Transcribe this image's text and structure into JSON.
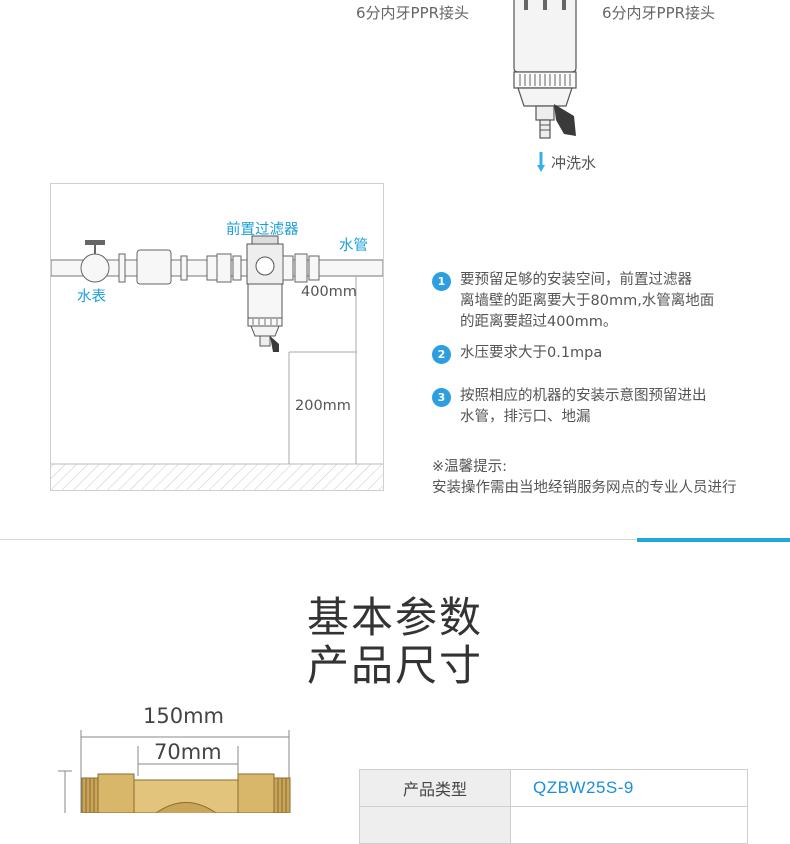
{
  "top": {
    "left_label": "6分内牙PPR接头",
    "right_label": "6分内牙PPR接头",
    "flush_label": "冲洗水"
  },
  "diagram": {
    "filter_label": "前置过滤器",
    "pipe_label": "水管",
    "meter_label": "水表",
    "dim_wall": "400mm",
    "dim_floor": "200mm"
  },
  "notes": [
    {
      "num": "1",
      "lines": [
        "要预留足够的安装空间，前置过滤器",
        "离墙壁的距离要大于80mm,水管离地面",
        "的距离要超过400mm。"
      ]
    },
    {
      "num": "2",
      "lines": [
        "水压要求大于0.1mpa"
      ]
    },
    {
      "num": "3",
      "lines": [
        "按照相应的机器的安装示意图预留进出",
        "水管，排污口、地漏"
      ]
    }
  ],
  "tip": {
    "title": "※温馨提示:",
    "text": "安装操作需由当地经销服务网点的专业人员进行"
  },
  "section": {
    "title_line1": "基本参数",
    "title_line2": "产品尺寸"
  },
  "product_dims": {
    "width_total": "150mm",
    "width_inner": "70mm"
  },
  "params": [
    {
      "key": "产品类型",
      "value": "QZBW25S-9"
    },
    {
      "key": "",
      "value": ""
    }
  ],
  "colors": {
    "accent": "#22a7dc",
    "label_blue": "#1aa0d8",
    "brass": "#c9a55a"
  }
}
